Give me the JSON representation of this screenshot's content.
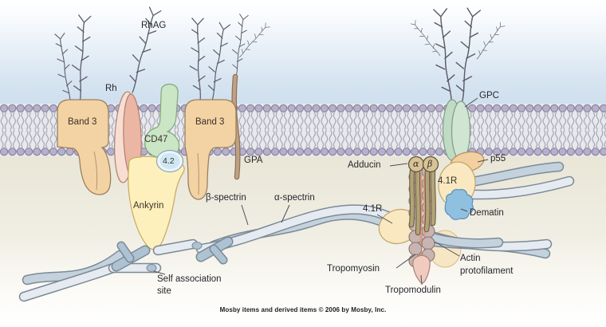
{
  "diagram": {
    "copyright": "Mosby items and derived items © 2006 by Mosby, Inc.",
    "labels": {
      "rhag": "RhAG",
      "rh": "Rh",
      "band3_left": "Band 3",
      "band3_right": "Band 3",
      "cd47": "CD47",
      "protein42": "4.2",
      "gpa": "GPA",
      "ankyrin": "Ankyrin",
      "beta_spectrin": "β-spectrin",
      "alpha_spectrin": "α-spectrin",
      "self_association_line1": "Self association",
      "self_association_line2": "site",
      "gpc": "GPC",
      "p55": "p55",
      "adducin": "Adducin",
      "adducin_alpha": "α",
      "adducin_beta": "β",
      "r41_upper": "4.1R",
      "r41_lower": "4.1R",
      "dematin": "Dematin",
      "actin_line1": "Actin",
      "actin_line2": "protofilament",
      "tropomyosin": "Tropomyosin",
      "tropomodulin": "Tropomodulin"
    },
    "colors": {
      "band3": "#f3d3a4",
      "rh_back": "#f8ded2",
      "rh_front": "#ecb6a5",
      "cd47": "#cbe6c5",
      "protein42": "#cfe7f3",
      "ankyrin": "#fdf0bd",
      "gpa": "#bfa183",
      "gpc_back": "#c0dbc4",
      "gpc_front": "#d0e5d2",
      "p55": "#f3d0a0",
      "r41": "#f9e8c0",
      "dematin": "#8fc0e0",
      "adducin": "#d8c396",
      "adducin_stalk": "#b3a478",
      "actin": "#c8b5b1",
      "tropomyosin": "#df9a85",
      "tropomodulin": "#f0ccc0",
      "spectrin_light": "#e6ebf1",
      "spectrin_dark": "#c4d2de",
      "junction": "#adc3d3",
      "lipid_head": "#b6b0cd"
    }
  }
}
